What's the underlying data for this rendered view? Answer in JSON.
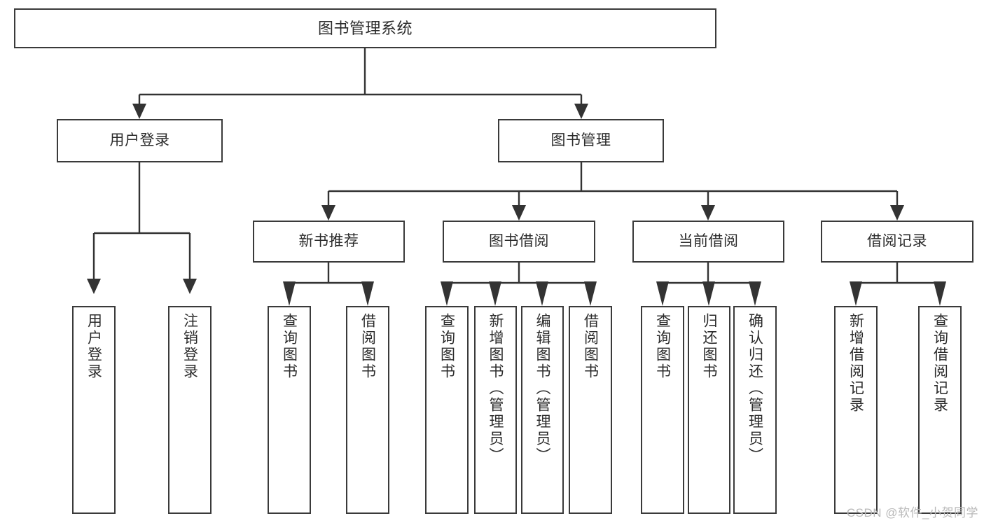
{
  "diagram": {
    "title": "图书管理系统",
    "type": "tree-hierarchy-diagram",
    "root": {
      "id": "root",
      "label": "图书管理系统"
    },
    "level2": [
      {
        "id": "user-login",
        "label": "用户登录"
      },
      {
        "id": "book-management",
        "label": "图书管理"
      }
    ],
    "level3": [
      {
        "id": "new-book-recommend",
        "label": "新书推荐",
        "parent": "book-management"
      },
      {
        "id": "book-borrow",
        "label": "图书借阅",
        "parent": "book-management"
      },
      {
        "id": "current-borrow",
        "label": "当前借阅",
        "parent": "book-management"
      },
      {
        "id": "borrow-record",
        "label": "借阅记录",
        "parent": "book-management"
      }
    ],
    "leaves": {
      "user_login": [
        {
          "id": "leaf-user-login",
          "label": "用户登录"
        },
        {
          "id": "leaf-logout-login",
          "label": "注销登录"
        }
      ],
      "new_book_recommend": [
        {
          "id": "leaf-query-book-1",
          "label": "查询图书"
        },
        {
          "id": "leaf-borrow-book-1",
          "label": "借阅图书"
        }
      ],
      "book_borrow": [
        {
          "id": "leaf-query-book-2",
          "label": "查询图书"
        },
        {
          "id": "leaf-add-book",
          "label": "新增图书（管理员）"
        },
        {
          "id": "leaf-edit-book",
          "label": "编辑图书（管理员）"
        },
        {
          "id": "leaf-borrow-book-2",
          "label": "借阅图书"
        }
      ],
      "current_borrow": [
        {
          "id": "leaf-query-book-3",
          "label": "查询图书"
        },
        {
          "id": "leaf-return-book",
          "label": "归还图书"
        },
        {
          "id": "leaf-confirm-return",
          "label": "确认归还（管理员）"
        }
      ],
      "borrow_record": [
        {
          "id": "leaf-add-record",
          "label": "新增借阅记录"
        },
        {
          "id": "leaf-query-record",
          "label": "查询借阅记录"
        }
      ]
    }
  },
  "watermark": {
    "text": "CSDN @软件_小贺同学"
  },
  "colors": {
    "border": "#3a3a3a",
    "text": "#2b2b2b",
    "background": "#ffffff",
    "connector": "#333333",
    "watermark": "#b9b9b9"
  }
}
